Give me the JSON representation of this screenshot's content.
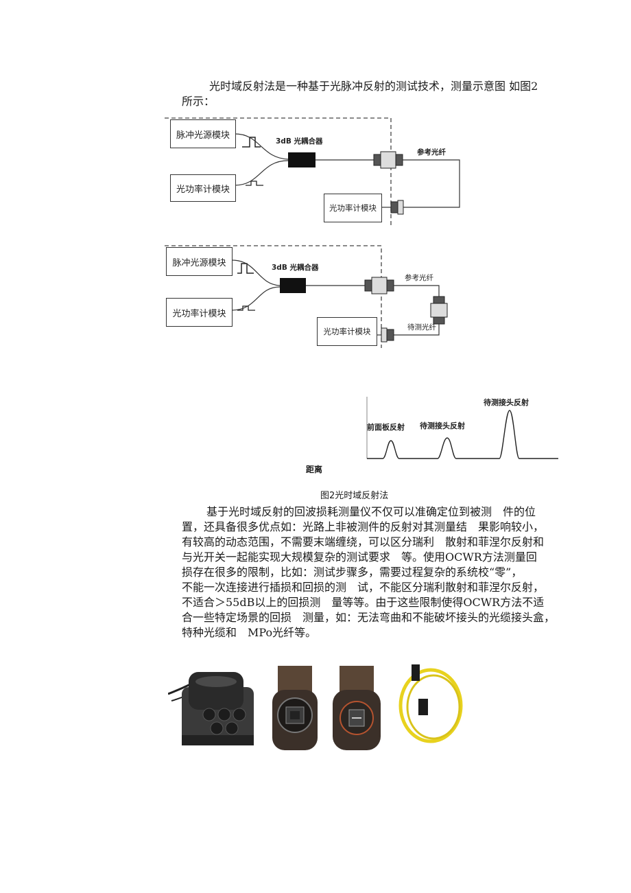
{
  "intro": {
    "line1": "光时域反射法是一种基于光脉冲反射的测试技术，测量示意图 如图2",
    "line2": "所示："
  },
  "diagram1": {
    "pulse_source": "脉冲光源模块",
    "power_meter_left": "光功率计模块",
    "coupler": "3dB 光耦合器",
    "ref_fiber": "参考光纤",
    "power_meter_right": "光功率计模块"
  },
  "diagram2": {
    "pulse_source": "脉冲光源模块",
    "power_meter_left": "光功率计模块",
    "coupler": "3dB 光耦合器",
    "ref_fiber": "参考光纤",
    "dut_fiber": "待测光纤",
    "power_meter_right": "光功率计模块"
  },
  "trace": {
    "front_panel": "前面板反射",
    "connector1": "待测接头反射",
    "connector2": "待测接头反射",
    "xlabel": "距离"
  },
  "figure_caption": "图2光时域反射法",
  "body_lines": [
    "基于光时域反射的回波损耗测量仪不仅可以准确定位到被测　件的位",
    "置，还具备很多优点如：光路上非被测件的反射对其测量结　果影响较小，",
    "有较高的动态范围，不需要末端缠绕，可以区分瑞利　散射和菲涅尔反射和",
    "与光开关一起能实现大规模复杂的测试要求　等。使用OCWR方法测量回",
    "损存在很多的限制，比如：测试步骤多，需要过程复杂的系统校“零”，",
    "不能一次连接进行插损和回损的测　试，不能区分瑞利散射和菲涅尔反射，",
    "不适合＞55dB以上的回损测　量等等。由于这些限制使得OCWR方法不适",
    "合一些特定场景的回损　测量，如：无法弯曲和不能破坏接头的光缆接头盒，",
    "特种光缆和　MPo光纤等。"
  ],
  "colors": {
    "text": "#1a1a1a",
    "fiber_yellow": "#e8d21e",
    "connector_dark": "#2b2622"
  },
  "photos": [
    {
      "icon": "cable-splice-closure-photo"
    },
    {
      "icon": "fiber-connector-photo"
    },
    {
      "icon": "fiber-connector-closeup-photo"
    },
    {
      "icon": "mpo-fiber-cable-photo"
    }
  ]
}
